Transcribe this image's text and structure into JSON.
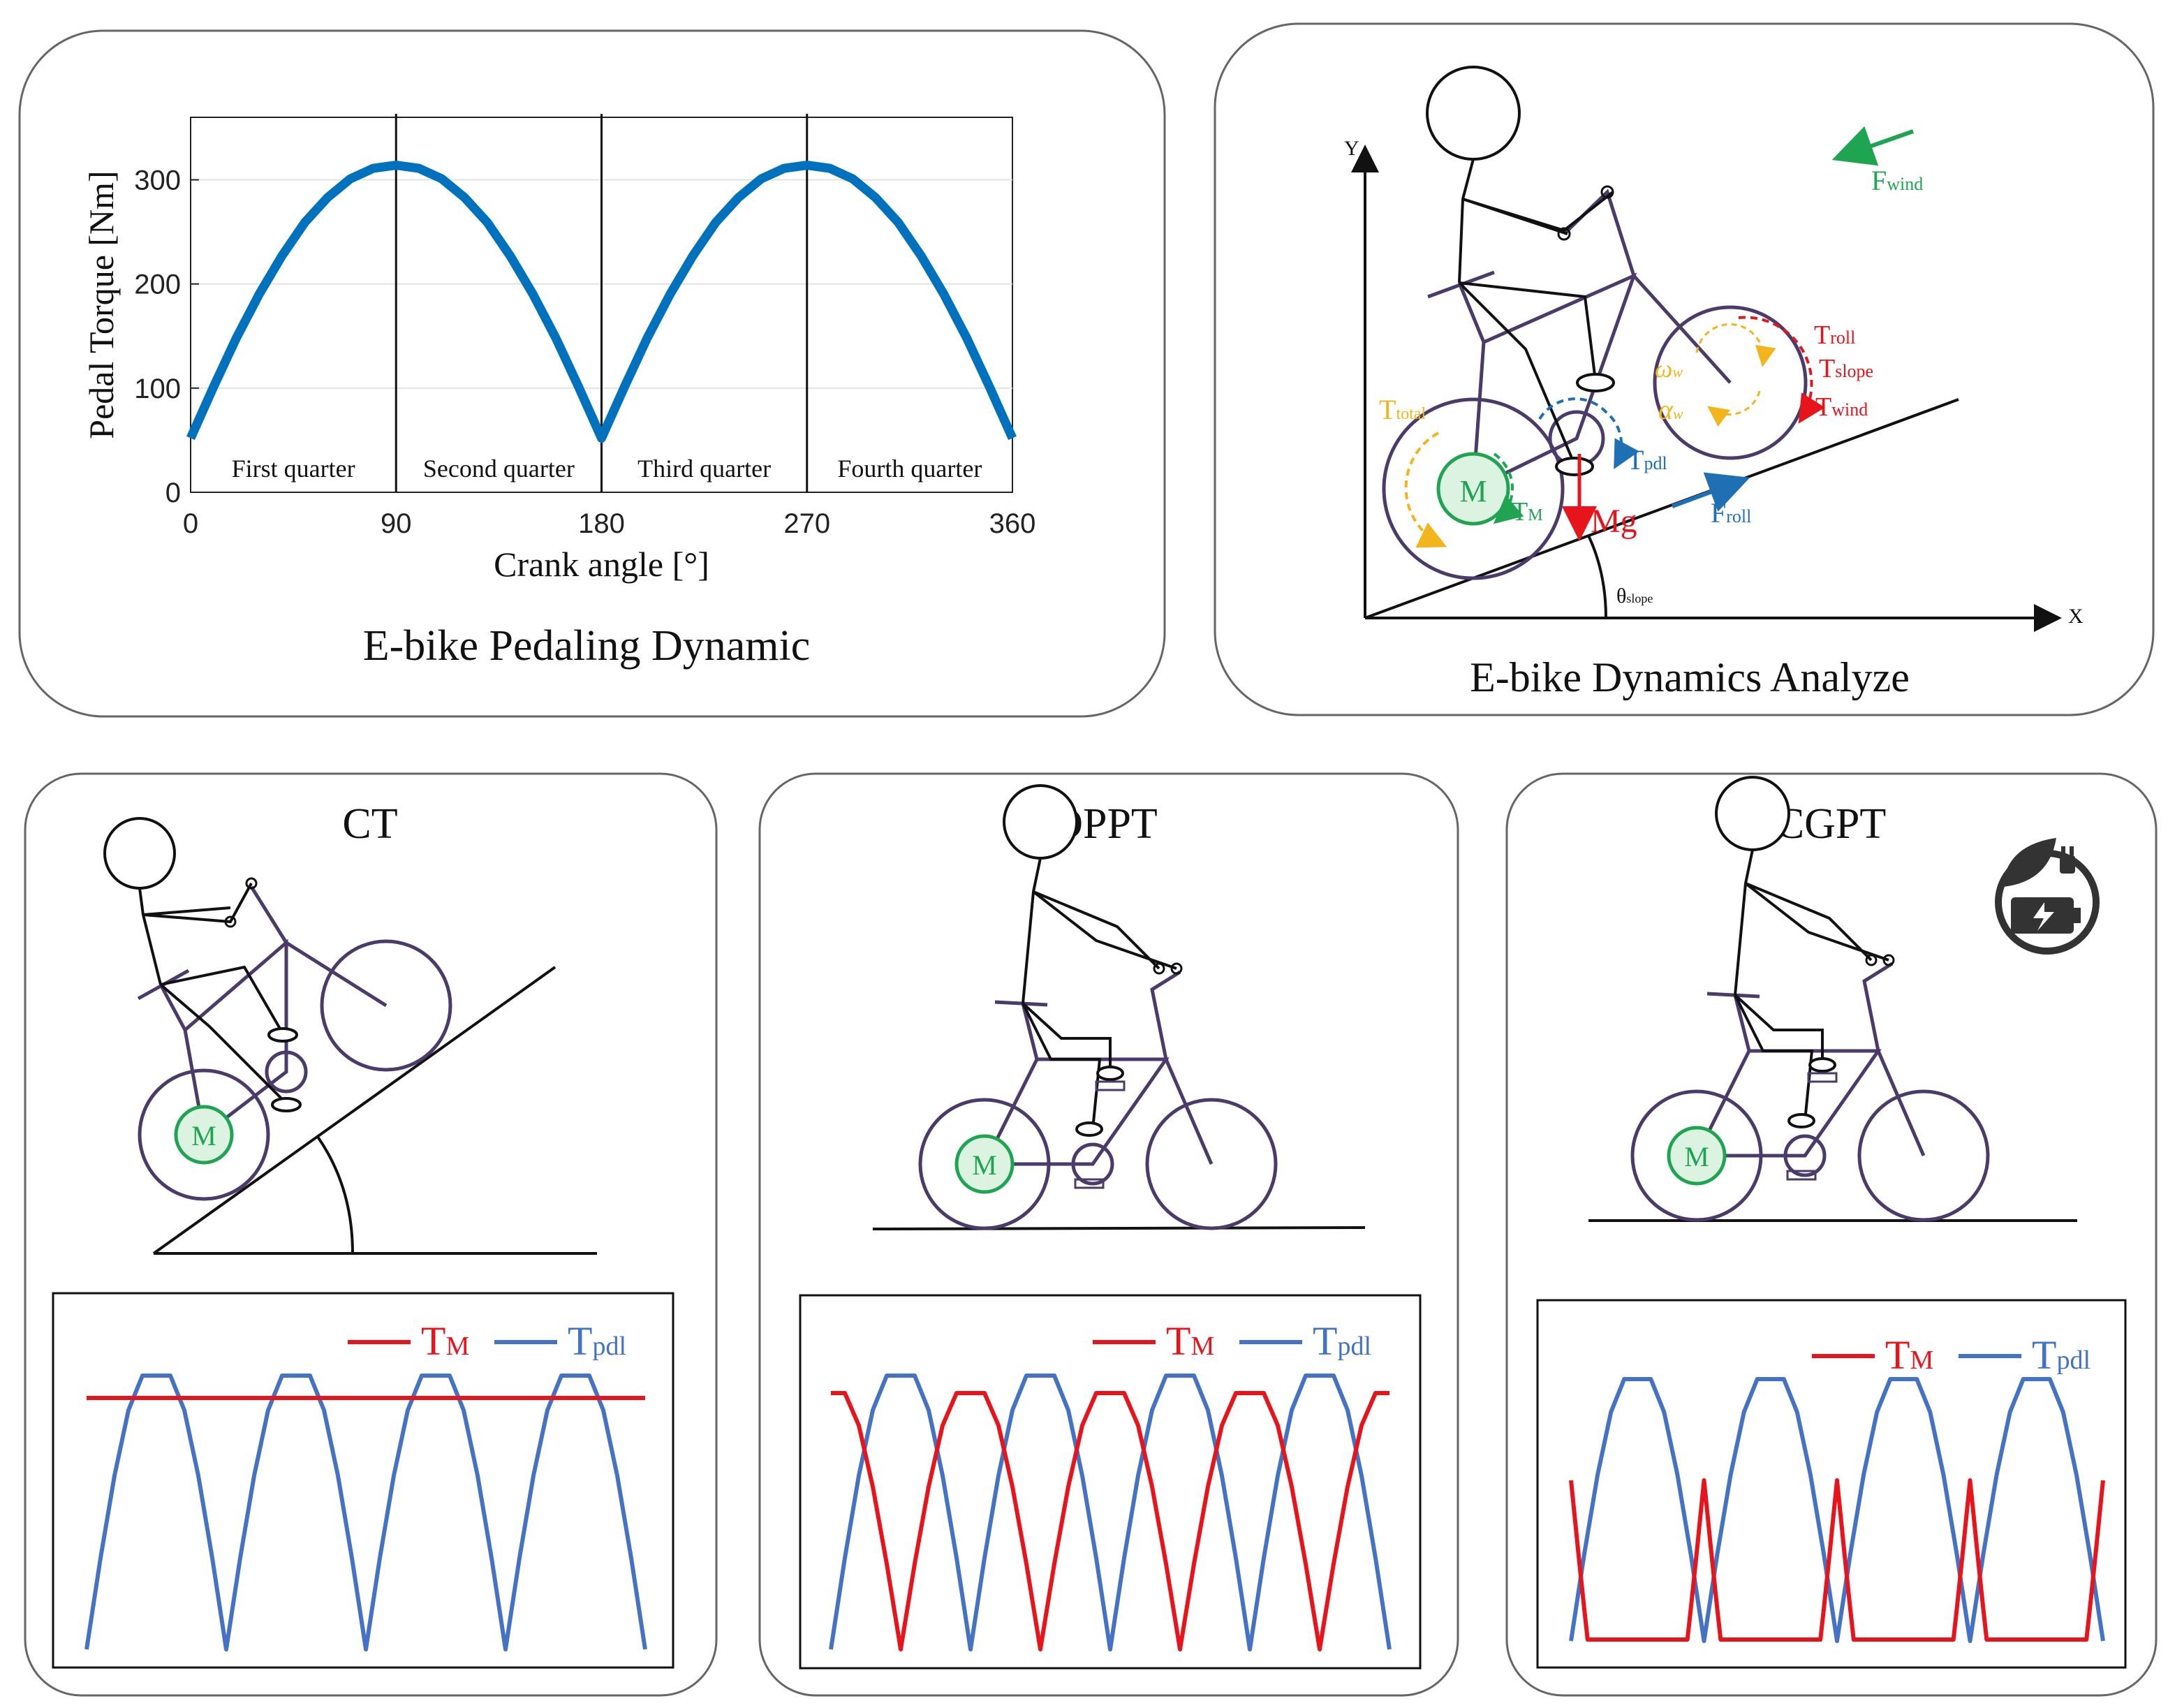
{
  "panels": {
    "pedaling": {
      "caption": "E-bike Pedaling Dynamic"
    },
    "dynamics": {
      "caption": "E-bike Dynamics Analyze"
    },
    "ct": {
      "title": "CT"
    },
    "dppt": {
      "title": "DPPT"
    },
    "cgpt": {
      "title": "CGPT"
    }
  },
  "chart_data": {
    "type": "line",
    "xlabel": "Crank angle [°]",
    "ylabel": "Pedal Torque [Nm]",
    "xlim": [
      0,
      360
    ],
    "ylim": [
      0,
      360
    ],
    "xticks": [
      "0",
      "90",
      "180",
      "270",
      "360"
    ],
    "yticks": [
      "0",
      "100",
      "200",
      "300"
    ],
    "grid": true,
    "series_color": "#0072BD",
    "x": [
      0,
      10,
      20,
      30,
      40,
      50,
      60,
      70,
      80,
      90,
      100,
      110,
      120,
      130,
      140,
      150,
      160,
      170,
      180,
      190,
      200,
      210,
      220,
      230,
      240,
      250,
      260,
      270,
      280,
      290,
      300,
      310,
      320,
      330,
      340,
      350,
      360
    ],
    "y": [
      52,
      101,
      148,
      190,
      227,
      259,
      283,
      301,
      311,
      314,
      311,
      301,
      283,
      259,
      227,
      190,
      148,
      101,
      52,
      101,
      148,
      190,
      227,
      259,
      283,
      301,
      311,
      314,
      311,
      301,
      283,
      259,
      227,
      190,
      148,
      101,
      52
    ],
    "quarters": [
      "First quarter",
      "Second quarter",
      "Third quarter",
      "Fourth quarter"
    ]
  },
  "free_body": {
    "axis_y": "Y",
    "axis_x": "X",
    "motor": "M",
    "T_total": {
      "base": "T",
      "sub": "total"
    },
    "T_M": {
      "base": "T",
      "sub": "M"
    },
    "T_pdl": {
      "base": "T",
      "sub": "pdl"
    },
    "Mg": "Mg",
    "F_roll": {
      "base": "F",
      "sub": "roll"
    },
    "F_wind": {
      "base": "F",
      "sub": "wind"
    },
    "T_roll": {
      "base": "T",
      "sub": "roll"
    },
    "T_slope": {
      "base": "T",
      "sub": "slope"
    },
    "T_wind": {
      "base": "T",
      "sub": "wind"
    },
    "omega": {
      "base": "ω",
      "sub": "w"
    },
    "alpha": {
      "base": "α",
      "sub": "w"
    },
    "theta": {
      "base": "θ",
      "sub": "slope"
    },
    "colors": {
      "red": "#E8141B",
      "blue": "#1F6FB5",
      "green": "#1FA552",
      "orange": "#F2B51B",
      "purple": "#4B3B6B"
    }
  },
  "legend": {
    "tm": {
      "base": "T",
      "sub": "M",
      "color": "#E8141B"
    },
    "tpdl": {
      "base": "T",
      "sub": "pdl",
      "color": "#4472C4"
    }
  },
  "icons": {
    "eco": "leaf-plug-battery-icon"
  }
}
